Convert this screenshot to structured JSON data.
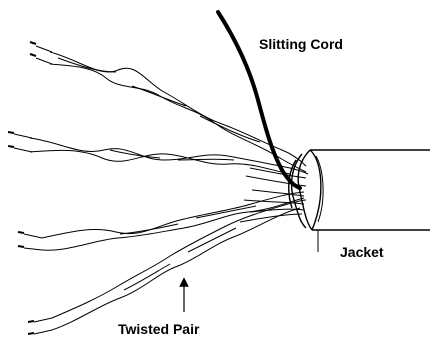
{
  "labels": {
    "slitting_cord": "Slitting Cord",
    "jacket": "Jacket",
    "twisted_pair": "Twisted Pair"
  },
  "colors": {
    "ink": "#000000",
    "background": "#ffffff",
    "wire_fill": "#ffffff"
  }
}
